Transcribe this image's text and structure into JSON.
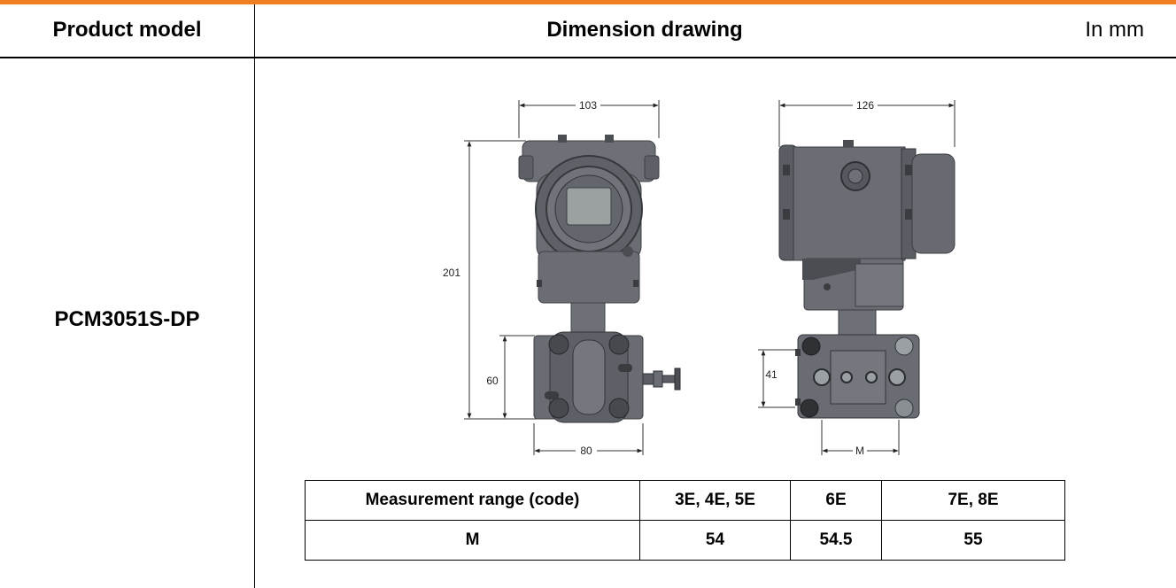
{
  "header": {
    "product_model_label": "Product model",
    "dimension_drawing_label": "Dimension drawing",
    "unit_label": "In mm"
  },
  "product": {
    "model": "PCM3051S-DP"
  },
  "drawing": {
    "front_view": {
      "width": "103",
      "height": "201",
      "flange_height": "60",
      "flange_width": "80"
    },
    "side_view": {
      "depth": "126",
      "process_height": "41",
      "process_spacing": "M"
    }
  },
  "range_table": {
    "header_row": [
      "Measurement range (code)",
      "3E, 4E, 5E",
      "6E",
      "7E, 8E"
    ],
    "value_row": [
      "M",
      "54",
      "54.5",
      "55"
    ]
  },
  "colors": {
    "accent": "#f07f22",
    "body": "#6d7077",
    "body_dark": "#55585e",
    "display": "#9aa1a0"
  }
}
